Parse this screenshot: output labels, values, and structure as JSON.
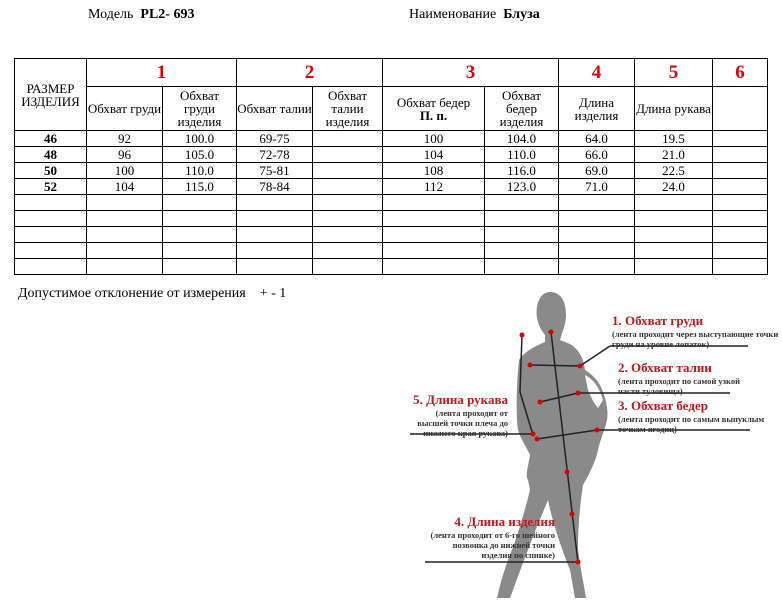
{
  "header": {
    "model_label": "Модель",
    "model": "PL2- 693",
    "name_label": "Наименование",
    "name": "Блуза"
  },
  "table": {
    "size_header": "РАЗМЕР ИЗДЕЛИЯ",
    "groups": [
      "1",
      "2",
      "3",
      "4",
      "5",
      "6"
    ],
    "columns": [
      "Обхват груди",
      "Обхват груди изделия",
      "Обхват талии",
      "Обхват талии изделия",
      "Обхват бедер",
      "П. п.",
      "Обхват бедер изделия",
      "Длина изделия",
      "Длина рукава",
      ""
    ],
    "rows": [
      [
        "46",
        "92",
        "100.0",
        "69-75",
        "",
        "100",
        "104.0",
        "64.0",
        "19.5",
        ""
      ],
      [
        "48",
        "96",
        "105.0",
        "72-78",
        "",
        "104",
        "110.0",
        "66.0",
        "21.0",
        ""
      ],
      [
        "50",
        "100",
        "110.0",
        "75-81",
        "",
        "108",
        "116.0",
        "69.0",
        "22.5",
        ""
      ],
      [
        "52",
        "104",
        "115.0",
        "78-84",
        "",
        "112",
        "123.0",
        "71.0",
        "24.0",
        ""
      ]
    ]
  },
  "tolerance": {
    "label": "Допустимое отклонение от измерения",
    "value": "+ - 1"
  },
  "diagram": {
    "m1": {
      "title": "1. Обхват груди",
      "desc": "(лента проходит через выступающие точки груди на уровне лопаток)"
    },
    "m2": {
      "title": "2. Обхват талии",
      "desc": "(лента проходит по самой узкой части туловища)"
    },
    "m3": {
      "title": "3. Обхват бедер",
      "desc": "(лента проходит по самым выпуклым точкам ягодиц)"
    },
    "m4": {
      "title": "4. Длина изделия",
      "desc": "(лента проходит от 6-го шейного позвонка до нижней точки изделия по спинке)"
    },
    "m5": {
      "title": "5. Длина рукава",
      "desc": "(лента проходит от высшей точки плеча до нижнего края рукава)"
    }
  }
}
